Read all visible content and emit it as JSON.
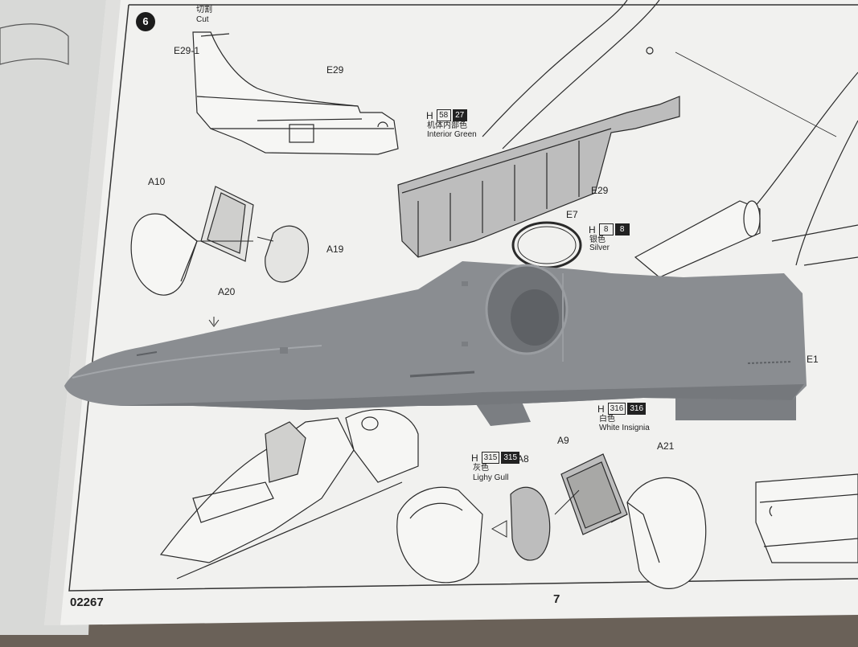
{
  "step": {
    "number": "6"
  },
  "labels": {
    "cut_cn": "切割",
    "cut_en": "Cut",
    "e29_1": "E29-1",
    "e29_top": "E29",
    "a10": "A10",
    "a19": "A19",
    "a20": "A20",
    "e29_cockpit": "E29",
    "e7": "E7",
    "e1": "E1",
    "a9": "A9",
    "a8": "A8",
    "a21": "A21"
  },
  "paint": [
    {
      "h": "H",
      "code1": "58",
      "code2": "27",
      "cn": "机体内部色",
      "en": "Interior Green"
    },
    {
      "h": "H",
      "code1": "8",
      "code2": "8",
      "cn": "银色",
      "en": "Silver"
    },
    {
      "h": "H",
      "code1": "316",
      "code2": "316",
      "cn": "白色",
      "en": "White Insignia"
    },
    {
      "h": "H",
      "code1": "315",
      "code2": "315",
      "cn": "灰色",
      "en": "Lighy Gull"
    }
  ],
  "footer": {
    "kit_number": "02267",
    "page_number": "7"
  },
  "colors": {
    "table": "#6a6158",
    "paper": "#f1f1ef",
    "paper_shadow": "#d9d9d6",
    "line": "#2a2a2a",
    "interior_tone": "#bdbdbd",
    "plastic": "#8a8d91",
    "plastic_dark": "#6f7276",
    "plastic_light": "#a3a6aa"
  }
}
